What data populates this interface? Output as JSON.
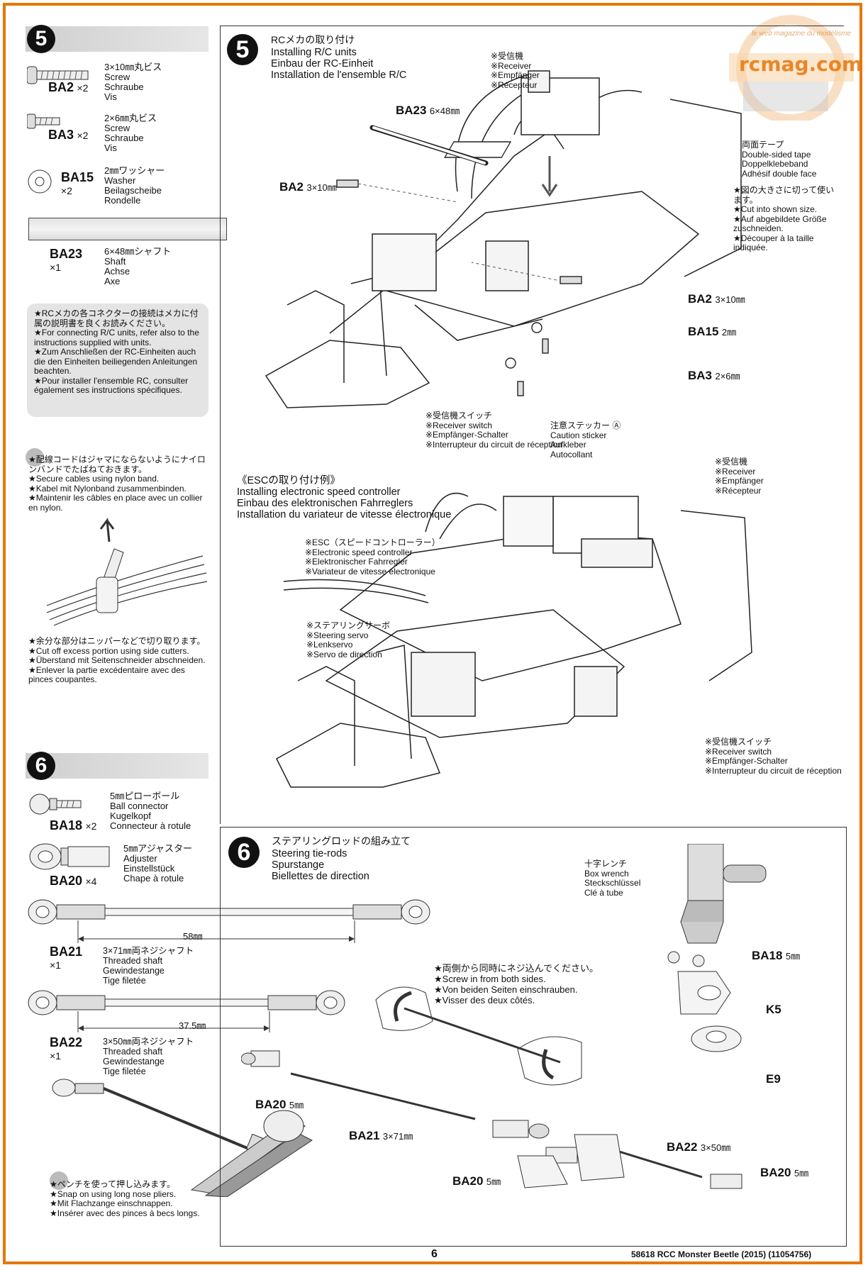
{
  "watermark": {
    "brand": "rcmag.com",
    "ring_text": "le web magazine du modélisme"
  },
  "footer": {
    "page_number": "6",
    "model_line": "58618 RCC Monster Beetle (2015) (11054756)"
  },
  "step5": {
    "number": "5",
    "parts": [
      {
        "code": "BA2",
        "qty": "×2",
        "desc": "3×10㎜丸ビス\nScrew\nSchraube\nVis"
      },
      {
        "code": "BA3",
        "qty": "×2",
        "desc": "2×6㎜丸ビス\nScrew\nSchraube\nVis"
      },
      {
        "code": "BA15",
        "qty": "×2",
        "desc": "2㎜ワッシャー\nWasher\nBeilagscheibe\nRondelle"
      },
      {
        "code": "BA23",
        "qty": "×1",
        "desc": "6×48㎜シャフト\nShaft\nAchse\nAxe"
      }
    ],
    "rc_note": "★RCメカの各コネクターの接続はメカに付属の説明書を良くお読みください。\n★For connecting R/C units, refer also to the instructions supplied with units.\n★Zum Anschließen der RC-Einheiten auch die den Einheiten beiliegenden Anleitungen beachten.\n★Pour installer l'ensemble RC, consulter également ses instructions spécifiques.",
    "nylon_note": "★配線コードはジャマにならないようにナイロンバンドでたばねておきます。\n★Secure cables using nylon band.\n★Kabel mit Nylonband zusammenbinden.\n★Maintenir les câbles en place avec un collier en nylon.",
    "cut_note": "★余分な部分はニッパーなどで切り取ります。\n★Cut off excess portion using side cutters.\n★Überstand mit Seitenschneider abschneiden.\n★Enlever la partie excédentaire avec des pinces coupantes.",
    "title": {
      "jp": "RCメカの取り付け",
      "en": "Installing R/C units",
      "de": "Einbau der RC-Einheit",
      "fr": "Installation de l'ensemble R/C"
    },
    "receiver_label": "※受信機\n※Receiver\n※Empfänger\n※Récepteur",
    "ba23_callout": {
      "code": "BA23",
      "size": "6×48㎜"
    },
    "ba2_callout_left": {
      "code": "BA2",
      "size": "3×10㎜"
    },
    "ba2_callout_right": {
      "code": "BA2",
      "size": "3×10㎜"
    },
    "ba15_callout": {
      "code": "BA15",
      "size": "2㎜"
    },
    "ba3_callout": {
      "code": "BA3",
      "size": "2×6㎜"
    },
    "tape_label": "両面テープ\nDouble-sided tape\nDoppelklebeband\nAdhésif double face",
    "cut_label": "★図の大きさに切って使います。\n★Cut into shown size.\n★Auf abgebildete Größe zuschneiden.\n★Découper à la taille indiquée.",
    "switch_label": "※受信機スイッチ\n※Receiver switch\n※Empfänger-Schalter\n※Interrupteur du circuit de réception",
    "sticker_label": "注意ステッカー Ⓐ\nCaution sticker\nAufkleber\nAutocollant",
    "esc_title": "《ESCの取り付け例》\nInstalling electronic speed controller\nEinbau des elektronischen Fahrreglers\nInstallation du variateur de vitesse électronique",
    "esc_receiver_label": "※受信機\n※Receiver\n※Empfänger\n※Récepteur",
    "esc_label": "※ESC（スピードコントローラー）\n※Electronic speed controller\n※Elektronischer Fahrregler\n※Variateur de vitesse électronique",
    "servo_label": "※ステアリングサーボ\n※Steering servo\n※Lenkservo\n※Servo de direction",
    "esc_switch_label": "※受信機スイッチ\n※Receiver switch\n※Empfänger-Schalter\n※Interrupteur du circuit de réception"
  },
  "step6": {
    "number": "6",
    "parts": [
      {
        "code": "BA18",
        "qty": "×2",
        "desc": "5㎜ピローボール\nBall connector\nKugelkopf\nConnecteur à rotule"
      },
      {
        "code": "BA20",
        "qty": "×4",
        "desc": "5㎜アジャスター\nAdjuster\nEinstellstück\nChape à rotule"
      },
      {
        "code": "BA21",
        "qty": "×1",
        "desc": "3×71㎜両ネジシャフト\nThreaded shaft\nGewindestange\nTige filetée",
        "dimension": "58㎜"
      },
      {
        "code": "BA22",
        "qty": "×1",
        "desc": "3×50㎜両ネジシャフト\nThreaded shaft\nGewindestange\nTige filetée",
        "dimension": "37.5㎜"
      }
    ],
    "title": {
      "jp": "ステアリングロッドの組み立て",
      "en": "Steering tie-rods",
      "de": "Spurstange",
      "fr": "Biellettes de direction"
    },
    "screw_note": "★両側から同時にネジ込んでください。\n★Screw in from both sides.\n★Von beiden Seiten einschrauben.\n★Visser des deux côtés.",
    "wrench_label": "十字レンチ\nBox wrench\nSteckschlüssel\nClé à tube",
    "pliers_note": "★ペンチを使って押し込みます。\n★Snap on using long nose pliers.\n★Mit Flachzange einschnappen.\n★Insérer avec des pinces à becs longs.",
    "callouts": {
      "ba18": {
        "code": "BA18",
        "size": "5㎜"
      },
      "k5": "K5",
      "e9": "E9",
      "ba20_left": {
        "code": "BA20",
        "size": "5㎜"
      },
      "ba21": {
        "code": "BA21",
        "size": "3×71㎜"
      },
      "ba20_mid": {
        "code": "BA20",
        "size": "5㎜"
      },
      "ba22": {
        "code": "BA22",
        "size": "3×50㎜"
      },
      "ba20_right": {
        "code": "BA20",
        "size": "5㎜"
      }
    }
  }
}
